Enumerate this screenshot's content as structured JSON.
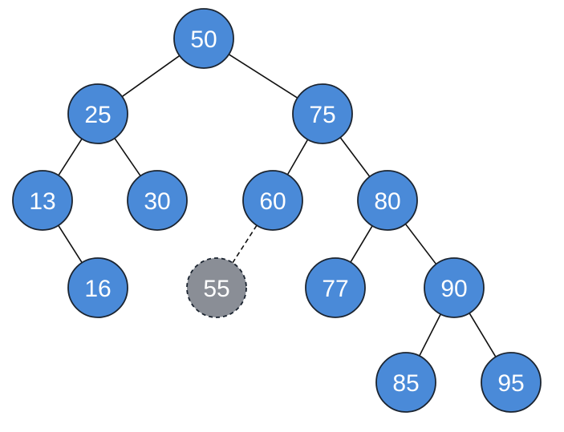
{
  "tree": {
    "colors": {
      "node_fill": "#4a8ad8",
      "node_stroke": "#1b2430",
      "highlight_fill": "#8a8e96",
      "edge": "#111111",
      "label": "#ffffff"
    },
    "nodes": [
      {
        "id": "n50",
        "label": "50"
      },
      {
        "id": "n25",
        "label": "25"
      },
      {
        "id": "n75",
        "label": "75"
      },
      {
        "id": "n13",
        "label": "13"
      },
      {
        "id": "n30",
        "label": "30"
      },
      {
        "id": "n60",
        "label": "60"
      },
      {
        "id": "n80",
        "label": "80"
      },
      {
        "id": "n16",
        "label": "16"
      },
      {
        "id": "n55",
        "label": "55",
        "state": "pending"
      },
      {
        "id": "n77",
        "label": "77"
      },
      {
        "id": "n90",
        "label": "90"
      },
      {
        "id": "n85",
        "label": "85"
      },
      {
        "id": "n95",
        "label": "95"
      }
    ],
    "edges": [
      {
        "from": "n50",
        "to": "n25"
      },
      {
        "from": "n50",
        "to": "n75"
      },
      {
        "from": "n25",
        "to": "n13"
      },
      {
        "from": "n25",
        "to": "n30"
      },
      {
        "from": "n13",
        "to": "n16"
      },
      {
        "from": "n75",
        "to": "n60"
      },
      {
        "from": "n75",
        "to": "n80"
      },
      {
        "from": "n60",
        "to": "n55",
        "style": "dashed"
      },
      {
        "from": "n80",
        "to": "n77"
      },
      {
        "from": "n80",
        "to": "n90"
      },
      {
        "from": "n90",
        "to": "n85"
      },
      {
        "from": "n90",
        "to": "n95"
      }
    ]
  }
}
